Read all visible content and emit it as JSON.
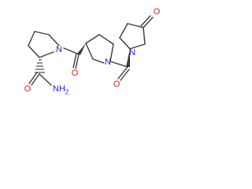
{
  "molecule": {
    "atoms": {
      "n1": {
        "symbol": "N",
        "color": "#1f1fd8"
      },
      "n2": {
        "symbol": "N",
        "color": "#1f1fd8"
      },
      "o_top": {
        "symbol": "O",
        "color": "#e01c1c"
      },
      "o_bottom": {
        "symbol": "O",
        "color": "#e01c1c"
      },
      "o_amide_top": {
        "symbol": "O",
        "color": "#e01c1c"
      },
      "o_amide_bottom": {
        "symbol": "O",
        "color": "#e01c1c"
      },
      "nh2": {
        "symbol": "NH",
        "subscript": "2",
        "color": "#1f1fd8"
      }
    },
    "bond_color": "#3a3a3a"
  }
}
